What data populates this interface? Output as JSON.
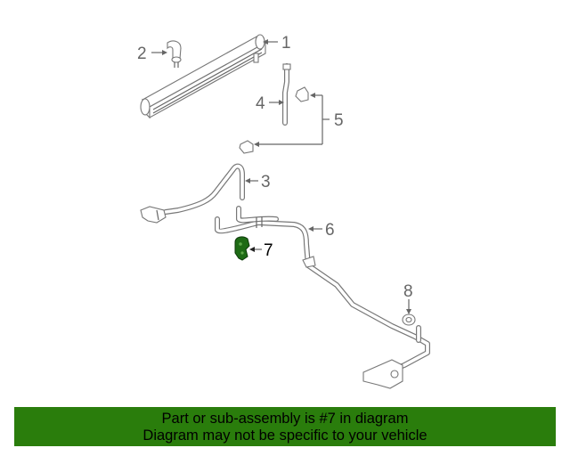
{
  "diagram": {
    "callouts": [
      {
        "id": "1",
        "label": "1"
      },
      {
        "id": "2",
        "label": "2"
      },
      {
        "id": "3",
        "label": "3"
      },
      {
        "id": "4",
        "label": "4"
      },
      {
        "id": "5",
        "label": "5"
      },
      {
        "id": "6",
        "label": "6"
      },
      {
        "id": "7",
        "label": "7"
      },
      {
        "id": "8",
        "label": "8"
      }
    ],
    "highlighted_part": "7",
    "highlight_color": "#1e6b15"
  },
  "banner": {
    "line1": "Part or sub-assembly is #7 in diagram",
    "line2": "Diagram may not be specific to your vehicle",
    "background": "#2a7d0c"
  }
}
